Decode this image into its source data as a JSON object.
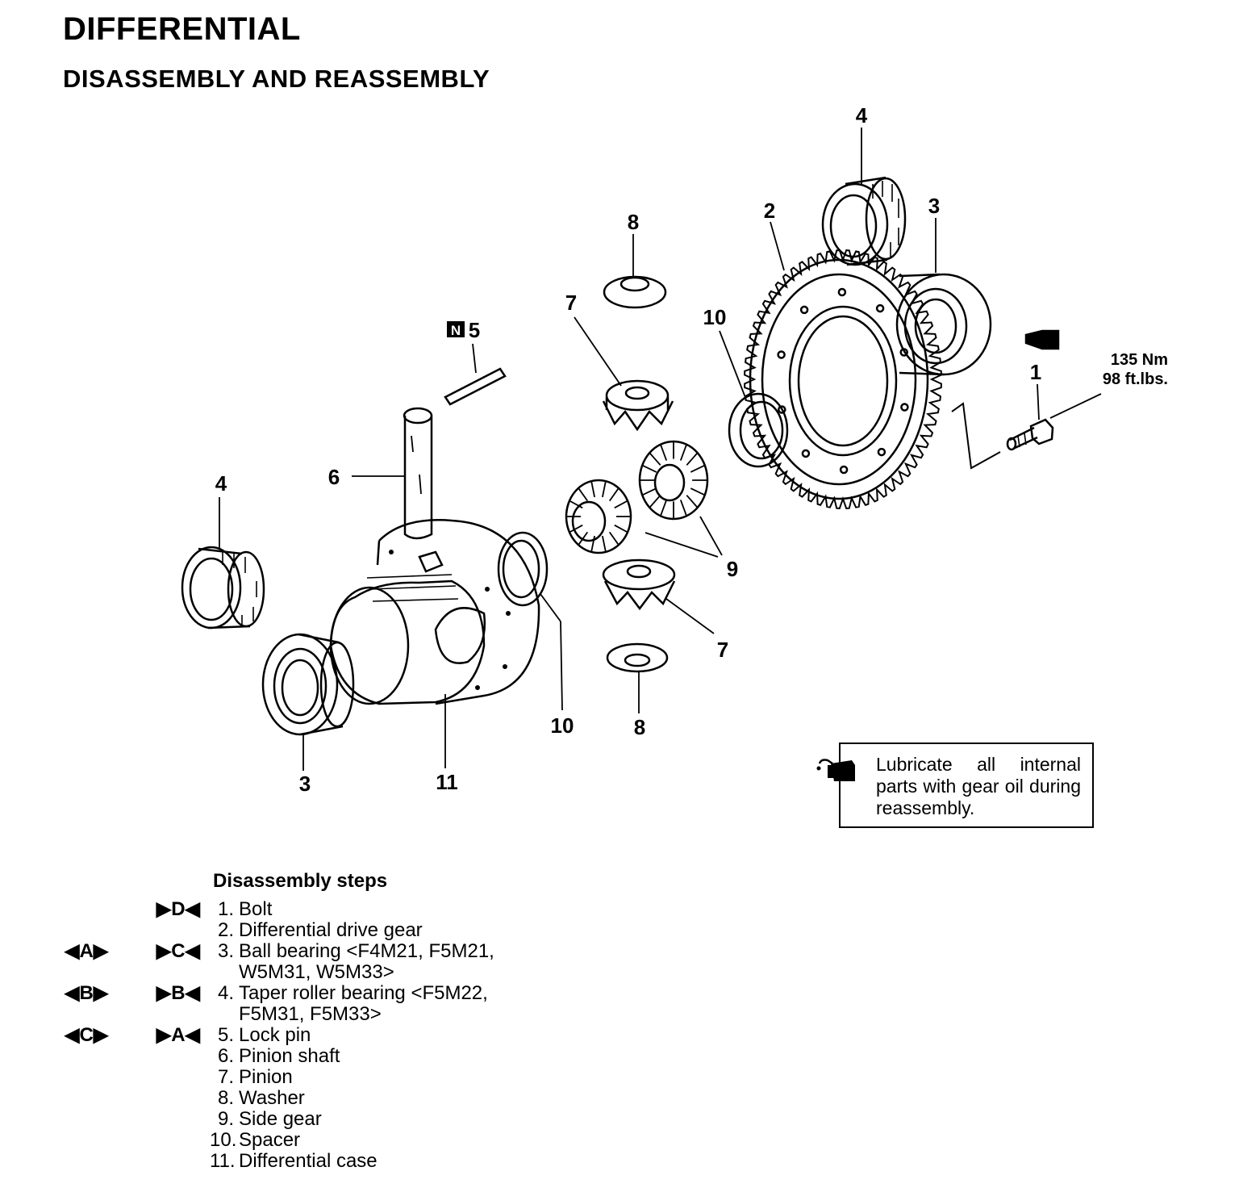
{
  "header": {
    "title": "DIFFERENTIAL",
    "subtitle": "DISASSEMBLY AND REASSEMBLY"
  },
  "diagram": {
    "callouts": {
      "c1": "1",
      "c2": "2",
      "c3_right": "3",
      "c3_left": "3",
      "c4_right": "4",
      "c4_left": "4",
      "c5": "5",
      "c5_mark": "N",
      "c6": "6",
      "c7_top": "7",
      "c7_bottom": "7",
      "c8_top": "8",
      "c8_bottom": "8",
      "c9": "9",
      "c10_right": "10",
      "c10_left": "10",
      "c11": "11"
    },
    "torque": {
      "metric": "135 Nm",
      "imperial": "98 ft.lbs."
    },
    "note": "Lubricate all internal parts with gear oil during reassembly."
  },
  "steps": {
    "heading": "Disassembly steps",
    "items": [
      {
        "num": "1.",
        "text": "Bolt",
        "mark_left": "",
        "mark_right": "▶D◀"
      },
      {
        "num": "2.",
        "text": "Differential drive gear",
        "mark_left": "",
        "mark_right": ""
      },
      {
        "num": "3.",
        "text": "Ball bearing <F4M21, F5M21,\nW5M31, W5M33>",
        "mark_left": "◀A▶",
        "mark_right": "▶C◀"
      },
      {
        "num": "4.",
        "text": "Taper roller bearing <F5M22,\nF5M31, F5M33>",
        "mark_left": "◀B▶",
        "mark_right": "▶B◀"
      },
      {
        "num": "5.",
        "text": "Lock pin",
        "mark_left": "◀C▶",
        "mark_right": "▶A◀"
      },
      {
        "num": "6.",
        "text": "Pinion shaft",
        "mark_left": "",
        "mark_right": ""
      },
      {
        "num": "7.",
        "text": "Pinion",
        "mark_left": "",
        "mark_right": ""
      },
      {
        "num": "8.",
        "text": "Washer",
        "mark_left": "",
        "mark_right": ""
      },
      {
        "num": "9.",
        "text": "Side gear",
        "mark_left": "",
        "mark_right": ""
      },
      {
        "num": "10.",
        "text": "Spacer",
        "mark_left": "",
        "mark_right": ""
      },
      {
        "num": "11.",
        "text": "Differential case",
        "mark_left": "",
        "mark_right": ""
      }
    ]
  }
}
